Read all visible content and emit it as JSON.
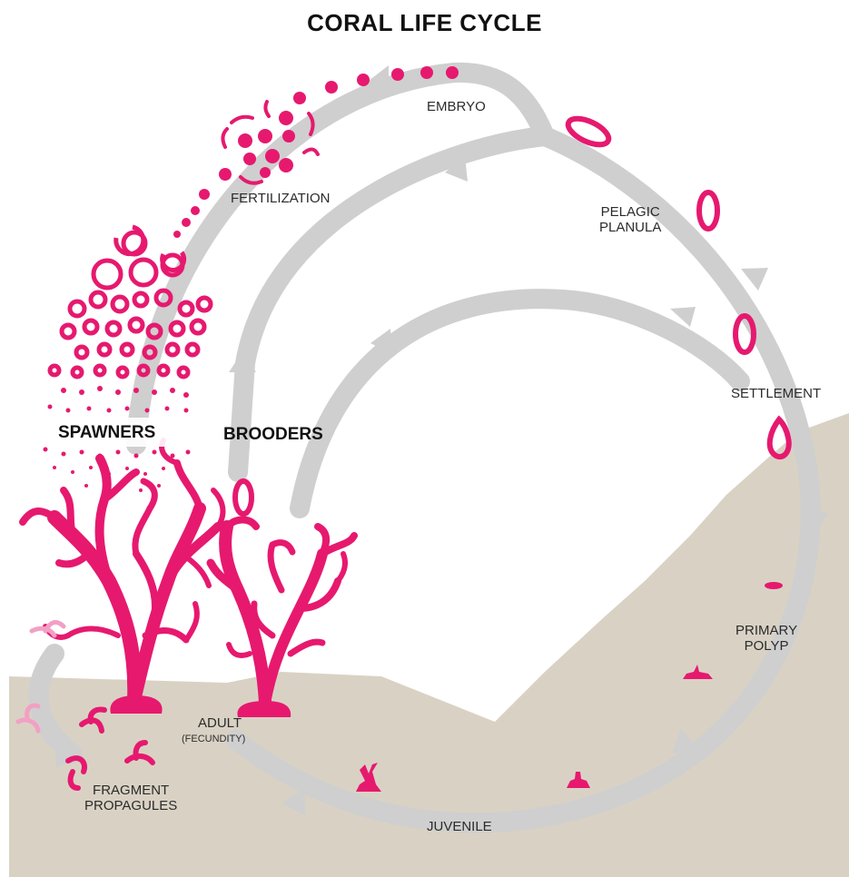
{
  "title": "CORAL LIFE CYCLE",
  "labels": {
    "embryo": "EMBRYO",
    "fertilization": "FERTILIZATION",
    "pelagic_planula": [
      "PELAGIC",
      "PLANULA"
    ],
    "settlement": "SETTLEMENT",
    "primary_polyp": [
      "PRIMARY",
      "POLYP"
    ],
    "juvenile": "JUVENILE",
    "adult": "ADULT",
    "fecundity": "(FECUNDITY)",
    "fragment_propagules": [
      "FRAGMENT",
      "PROPAGULES"
    ],
    "spawners": "SPAWNERS",
    "brooders": "BROODERS"
  },
  "colors": {
    "coral": "#e6196f",
    "cycle_arrow": "#cfcfcf",
    "seafloor": "#d9d2c4",
    "text": "#2b2b2b"
  }
}
